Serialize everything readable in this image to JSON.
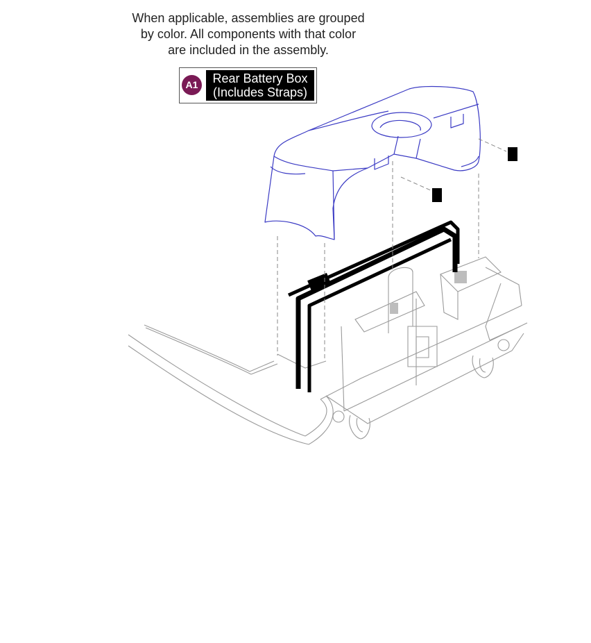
{
  "note": {
    "lines": [
      "When applicable, assemblies are grouped",
      "by color. All components with that color",
      "are included in the assembly."
    ]
  },
  "legend": {
    "badge": "A1",
    "badge_color": "#7a1a55",
    "title_line1": "Rear Battery Box",
    "title_line2": "(Includes Straps)",
    "assembly_color": "#3b3bc4"
  }
}
